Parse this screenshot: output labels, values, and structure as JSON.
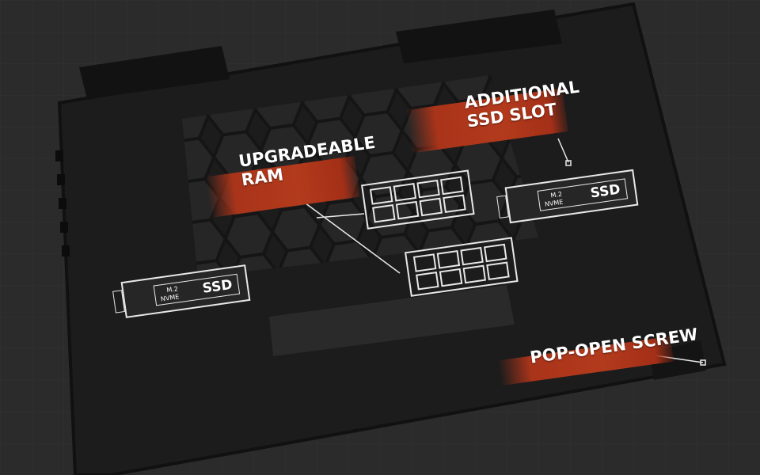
{
  "labels": {
    "ram": [
      "UPGRADEABLE",
      "RAM"
    ],
    "ssd_slot": [
      "ADDITIONAL",
      "SSD SLOT"
    ],
    "screw": "POP-OPEN SCREW"
  },
  "ssd_cards": [
    {
      "small_top": "M.2",
      "small_bottom": "NVME",
      "big": "SSD"
    },
    {
      "small_top": "M.2",
      "small_bottom": "NVME",
      "big": "SSD"
    }
  ],
  "colors": {
    "accent": "#b03a1c",
    "background": "#2b2b2b",
    "laptop": "#1c1c1c",
    "outline": "#e8e8e8"
  }
}
